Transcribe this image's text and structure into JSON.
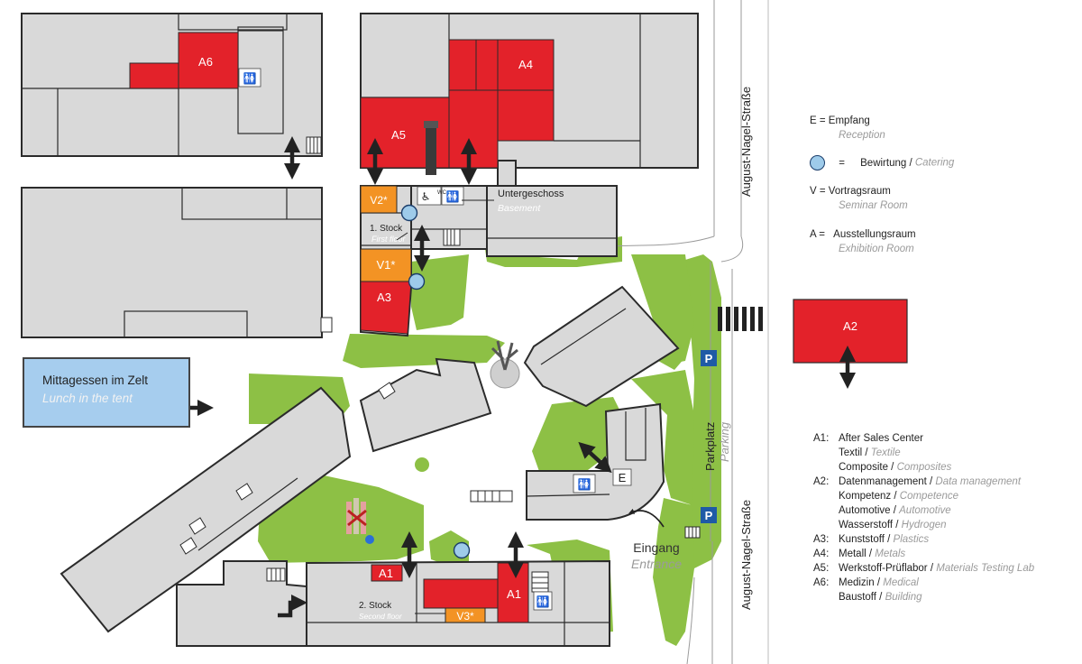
{
  "labels": {
    "a6": "A6",
    "a5": "A5",
    "a4": "A4",
    "a3": "A3",
    "a2": "A2",
    "a1_left": "A1",
    "a1_right": "A1",
    "v1": "V1*",
    "v2": "V2*",
    "v3": "V3*",
    "e": "E",
    "stock1_de": "1. Stock",
    "stock1_en": "First floor",
    "stock2_de": "2. Stock",
    "stock2_en": "Second floor",
    "basement_de": "Untergeschoss",
    "basement_en": "Basement",
    "entrance_de": "Eingang",
    "entrance_en": "Entrance",
    "parking_de": "Parkplatz",
    "parking_en": "Parking",
    "street_top": "August-Nagel-Straße",
    "street_bottom": "August-Nagel-Straße",
    "parking_sign": "P",
    "wc": "WC"
  },
  "lunch": {
    "de": "Mittagessen im Zelt",
    "en": "Lunch in the tent"
  },
  "legend_keys": {
    "items": [
      {
        "key": "E =",
        "de": "Empfang",
        "en": "Reception"
      },
      {
        "key": "=",
        "de": "Bewirtung /",
        "en": "Catering"
      },
      {
        "key": "V =",
        "de": "Vortragsraum",
        "en": "Seminar Room"
      },
      {
        "key": "A =",
        "de": "Ausstellungsraum",
        "en": "Exhibition Room"
      }
    ]
  },
  "legend_areas": {
    "groups": [
      {
        "code": "A1:",
        "lines": [
          {
            "de": "After Sales Center",
            "en": ""
          },
          {
            "de": "Textil /",
            "en": "Textile"
          },
          {
            "de": "Composite /",
            "en": "Composites"
          }
        ]
      },
      {
        "code": "A2:",
        "lines": [
          {
            "de": "Datenmanagement /",
            "en": "Data management"
          },
          {
            "de": "Kompetenz /",
            "en": "Competence"
          },
          {
            "de": "Automotive /",
            "en": "Automotive"
          },
          {
            "de": "Wasserstoff /",
            "en": "Hydrogen"
          }
        ]
      },
      {
        "code": "A3:",
        "lines": [
          {
            "de": "Kunststoff /",
            "en": "Plastics"
          }
        ]
      },
      {
        "code": "A4:",
        "lines": [
          {
            "de": "Metall /",
            "en": "Metals"
          }
        ]
      },
      {
        "code": "A5:",
        "lines": [
          {
            "de": "Werkstoff-Prüflabor /",
            "en": "Materials Testing Lab"
          }
        ]
      },
      {
        "code": "A6:",
        "lines": [
          {
            "de": "Medizin /",
            "en": "Medical"
          },
          {
            "de": "Baustoff /",
            "en": "Building"
          }
        ]
      }
    ]
  },
  "colors": {
    "exhibition": "#e3222a",
    "seminar": "#f39324",
    "building": "#d9d9d9",
    "green": "#8dc045",
    "catering": "#9ecbea",
    "tent": "#a6cdee"
  }
}
